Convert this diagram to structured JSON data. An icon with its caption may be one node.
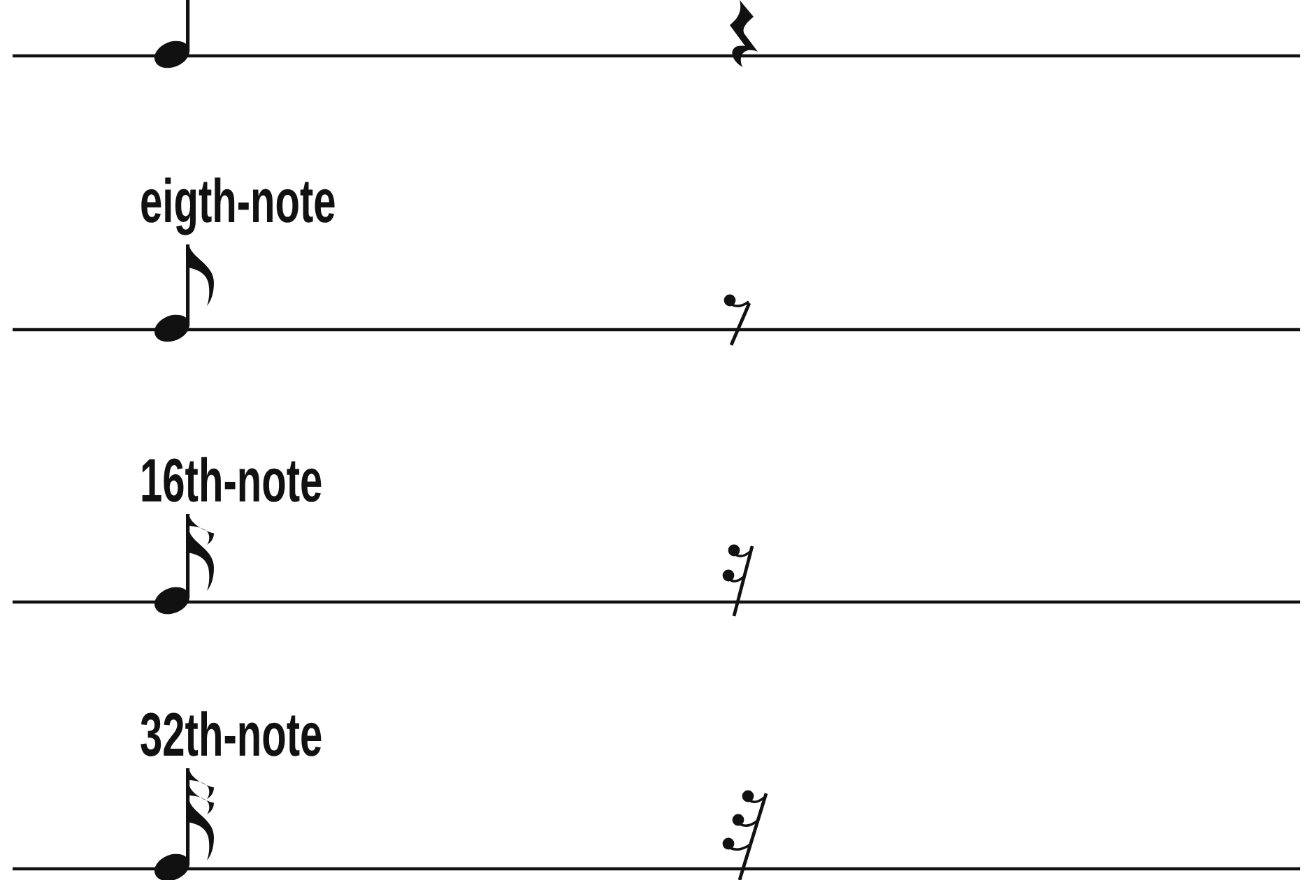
{
  "diagram": {
    "labels": [
      "eigth-note",
      "16th-note",
      "32th-note"
    ]
  }
}
